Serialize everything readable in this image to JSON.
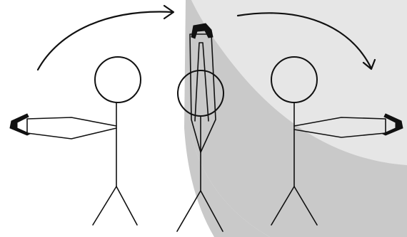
{
  "figure": {
    "poses": [
      "left-arm-extended",
      "arms-raised-overhead",
      "right-arm-extended"
    ],
    "motion_arrows": [
      "arc-arrow-left-to-center",
      "arc-arrow-center-to-right"
    ]
  },
  "colors": {
    "background": "#ffffff",
    "shade_light": "#e6e6e6",
    "shade_dark": "#c9c9c9",
    "ink": "#111111"
  }
}
